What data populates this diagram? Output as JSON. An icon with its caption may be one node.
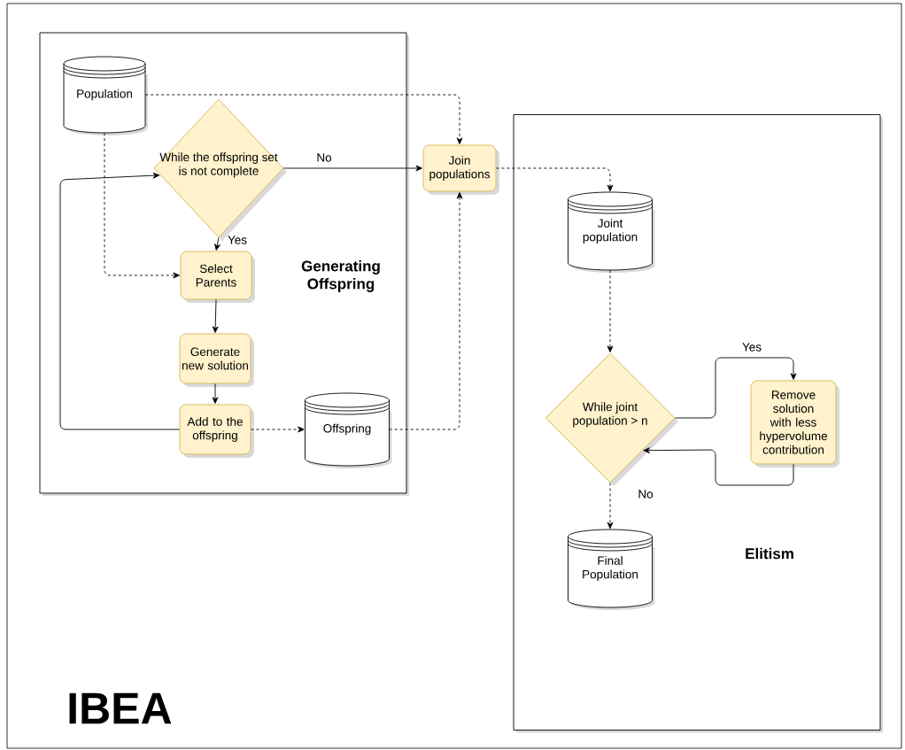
{
  "diagram": {
    "title": "IBEA",
    "nodes": [
      {
        "text": [
          "Generating Offspring"
        ]
      },
      {
        "text": [
          "Population"
        ],
        "in": 0
      },
      {
        "text": [
          "While the offspring set is not complete"
        ],
        "in": 0
      },
      {
        "text": [
          "Select Parents"
        ],
        "in": 0
      },
      {
        "text": [
          "Generate new solution"
        ],
        "in": 0
      },
      {
        "text": [
          "Add to the offspring"
        ],
        "in": 0
      },
      {
        "text": [
          "Offspring"
        ],
        "in": 0
      },
      {
        "text": [
          "Join populations"
        ]
      },
      {
        "text": [
          "Elitism"
        ]
      },
      {
        "text": [
          "Joint population"
        ],
        "in": 8
      },
      {
        "text": [
          "While joint population > n"
        ],
        "in": 8
      },
      {
        "text": [
          "Remove solution with less hypervolume contribution"
        ],
        "in": 8
      },
      {
        "text": [
          "Final Population"
        ],
        "in": 8
      }
    ],
    "edges": [
      {
        "from": 1,
        "to": 7,
        "arrow": "to",
        "style": "dashed"
      },
      {
        "from": 1,
        "to": 3,
        "arrow": "to",
        "style": "dashed"
      },
      {
        "from": 2,
        "to": 7,
        "arrow": "to",
        "label": "No"
      },
      {
        "from": 2,
        "to": 3,
        "arrow": "to",
        "label": "Yes"
      },
      {
        "from": 3,
        "to": 4,
        "arrow": "to"
      },
      {
        "from": 4,
        "to": 5,
        "arrow": "to"
      },
      {
        "from": 5,
        "to": 2,
        "arrow": "to"
      },
      {
        "from": 5,
        "to": 6,
        "arrow": "to",
        "style": "dashed"
      },
      {
        "from": 6,
        "to": 7,
        "arrow": "to",
        "style": "dashed"
      },
      {
        "from": 7,
        "to": 9,
        "arrow": "to",
        "style": "dashed"
      },
      {
        "from": 9,
        "to": 10,
        "arrow": "to",
        "style": "dashed"
      },
      {
        "from": 10,
        "to": 11,
        "arrow": "to",
        "label": "Yes"
      },
      {
        "from": 11,
        "to": 10,
        "arrow": "to"
      },
      {
        "from": 10,
        "to": 12,
        "arrow": "to",
        "style": "dashed",
        "label": "No"
      }
    ]
  }
}
